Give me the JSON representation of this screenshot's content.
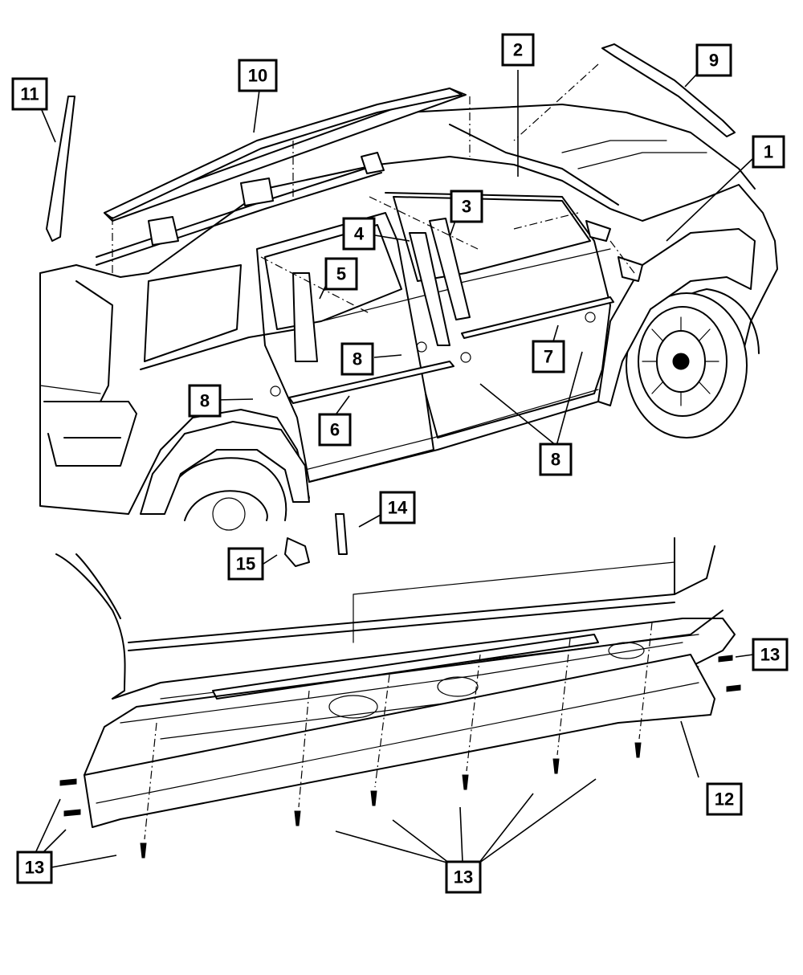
{
  "callouts": [
    {
      "id": "c1",
      "label": "1"
    },
    {
      "id": "c2",
      "label": "2"
    },
    {
      "id": "c3",
      "label": "3"
    },
    {
      "id": "c4",
      "label": "4"
    },
    {
      "id": "c5",
      "label": "5"
    },
    {
      "id": "c6",
      "label": "6"
    },
    {
      "id": "c7",
      "label": "7"
    },
    {
      "id": "c8a",
      "label": "8"
    },
    {
      "id": "c8b",
      "label": "8"
    },
    {
      "id": "c8c",
      "label": "8"
    },
    {
      "id": "c9",
      "label": "9"
    },
    {
      "id": "c10",
      "label": "10"
    },
    {
      "id": "c11",
      "label": "11"
    },
    {
      "id": "c12",
      "label": "12"
    },
    {
      "id": "c13a",
      "label": "13"
    },
    {
      "id": "c13b",
      "label": "13"
    },
    {
      "id": "c13c",
      "label": "13"
    },
    {
      "id": "c14",
      "label": "14"
    },
    {
      "id": "c15",
      "label": "15"
    }
  ]
}
